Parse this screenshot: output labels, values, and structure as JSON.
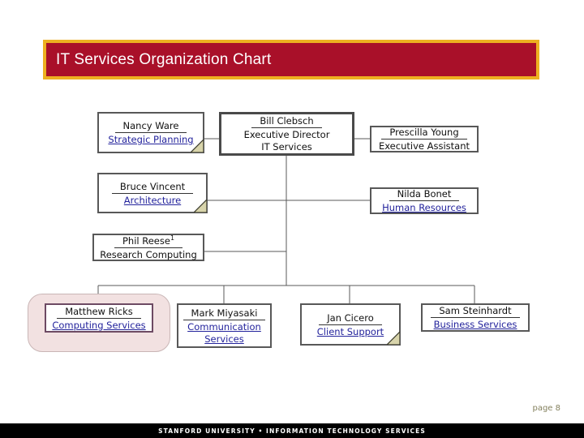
{
  "title": {
    "text": "IT Services Organization Chart",
    "background_color": "#a91029",
    "border_color": "#edb021",
    "text_color": "#ffffff"
  },
  "colors": {
    "banner_red": "#a91029",
    "banner_gold": "#edb021",
    "link_blue": "#23239c",
    "box_border": "#585858",
    "note_triangle": "#d8d4ab",
    "highlight_fill": "#f2e1e1",
    "highlight_border": "#c9b6b6",
    "page_number": "#84815e",
    "footer_bg": "#000000"
  },
  "chart_data": {
    "type": "diagram",
    "title": "IT Services Organization Chart",
    "nodes": [
      {
        "id": "clebsch",
        "name": "Bill Clebsch",
        "role": "Executive Director",
        "role_line2": "IT Services",
        "role_is_link": false,
        "is_root": true,
        "has_note": false,
        "highlighted": false
      },
      {
        "id": "ware",
        "name": "Nancy Ware",
        "role": "Strategic Planning",
        "role_is_link": true,
        "is_root": false,
        "has_note": true,
        "highlighted": false
      },
      {
        "id": "young",
        "name": "Prescilla Young",
        "role": "Executive Assistant",
        "role_is_link": false,
        "is_root": false,
        "has_note": false,
        "highlighted": false
      },
      {
        "id": "vincent",
        "name": "Bruce Vincent",
        "role": "Architecture",
        "role_is_link": true,
        "is_root": false,
        "has_note": true,
        "highlighted": false
      },
      {
        "id": "bonet",
        "name": "Nilda Bonet",
        "role": "Human Resources",
        "role_is_link": true,
        "is_root": false,
        "has_note": false,
        "highlighted": false
      },
      {
        "id": "reese",
        "name": "Phil Reese",
        "name_superscript": "1",
        "role": "Research Computing",
        "role_is_link": false,
        "is_root": false,
        "has_note": false,
        "highlighted": false
      },
      {
        "id": "ricks",
        "name": "Matthew Ricks",
        "role": "Computing Services",
        "role_is_link": true,
        "is_root": false,
        "has_note": false,
        "highlighted": true
      },
      {
        "id": "miyasaki",
        "name": "Mark Miyasaki",
        "role": "Communication",
        "role_line2": "Services",
        "role_is_link": true,
        "is_root": false,
        "has_note": false,
        "highlighted": false
      },
      {
        "id": "cicero",
        "name": "Jan Cicero",
        "role": "Client Support",
        "role_is_link": true,
        "is_root": false,
        "has_note": true,
        "highlighted": false
      },
      {
        "id": "steinhardt",
        "name": "Sam Steinhardt",
        "role": "Business Services",
        "role_is_link": true,
        "is_root": false,
        "has_note": false,
        "highlighted": false
      }
    ]
  },
  "footer": {
    "page_label": "page 8",
    "organization": "STANFORD UNIVERSITY • INFORMATION TECHNOLOGY SERVICES"
  }
}
